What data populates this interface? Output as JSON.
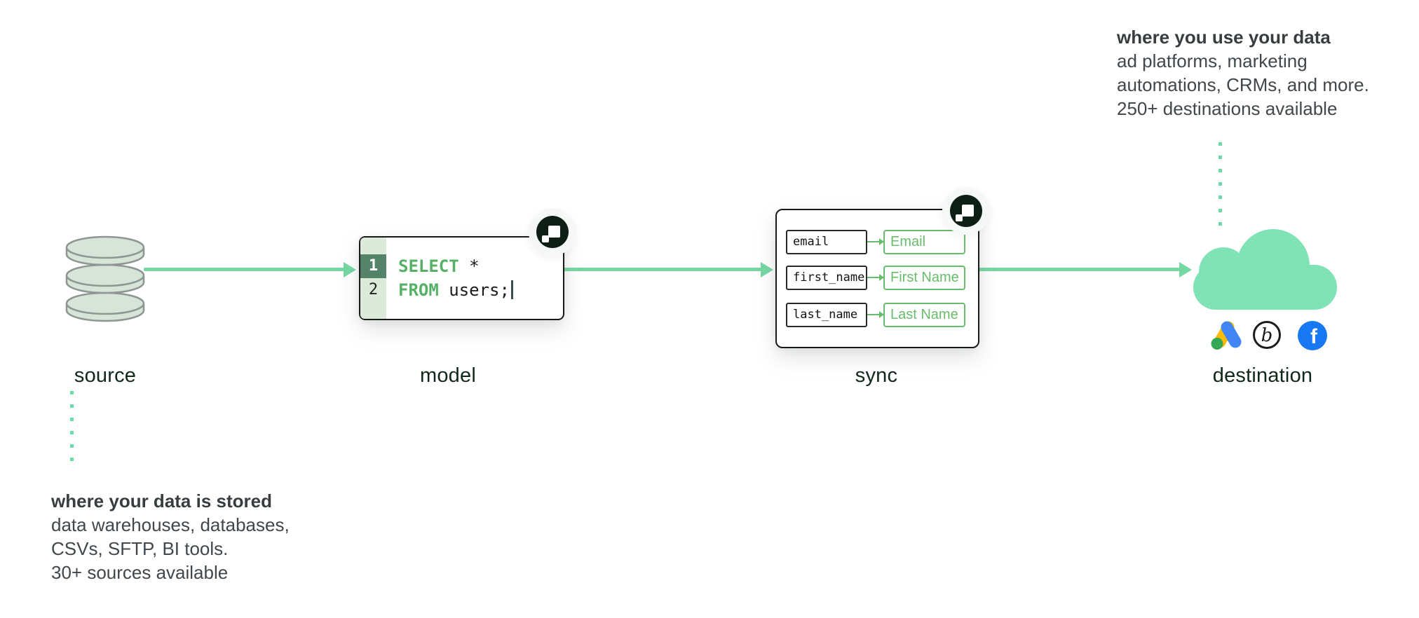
{
  "stages": {
    "source": {
      "label": "source"
    },
    "model": {
      "label": "model"
    },
    "sync": {
      "label": "sync"
    },
    "destination": {
      "label": "destination"
    }
  },
  "source_note": {
    "title": "where your data is stored",
    "lines": [
      "data warehouses, databases,",
      "CSVs, SFTP, BI tools.",
      "30+ sources available"
    ]
  },
  "destination_note": {
    "title": "where you use your data",
    "lines": [
      "ad platforms, marketing",
      "automations, CRMs, and more.",
      "250+ destinations available"
    ]
  },
  "model_code": {
    "line_numbers": [
      "1",
      "2"
    ],
    "lines": [
      {
        "keyword": "SELECT",
        "rest": " *"
      },
      {
        "keyword": "FROM",
        "rest": " users;"
      }
    ]
  },
  "sync_mapping": {
    "rows": [
      {
        "source_field": "email",
        "destination_field": "Email"
      },
      {
        "source_field": "first_name",
        "destination_field": "First Name"
      },
      {
        "source_field": "last_name",
        "destination_field": "Last Name"
      }
    ]
  },
  "icons": {
    "badge": "hightouch-logo",
    "source_icon": "database-cylinders",
    "destination_icon": "cloud",
    "destination_logos": [
      "google-ads",
      "braze",
      "facebook"
    ],
    "braze_letter": "b",
    "facebook_letter": "f"
  },
  "colors": {
    "arrow_green": "#75d7a2",
    "dot_green": "#69dda5",
    "cloud_mint": "#80e3b5",
    "sync_green": "#68bd6c",
    "keyword_green": "#56b167",
    "gutter_bg": "#dcead9",
    "gutter_active": "#55836a",
    "badge_bg": "#0d1f15",
    "db_fill": "#d7e5d8",
    "db_stroke": "#8f9693",
    "note_text": "#41474b",
    "label_text": "#10281a",
    "facebook_blue": "#1877f2",
    "google_yellow": "#fbbc04",
    "google_blue": "#4285f4",
    "google_green": "#34a853"
  }
}
